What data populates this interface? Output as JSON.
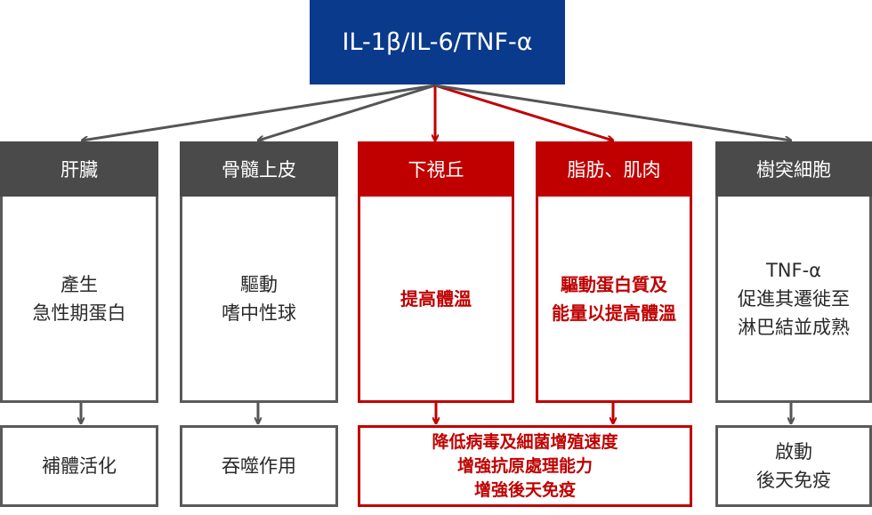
{
  "top": {
    "label": "IL-1β/IL-6/TNF-α"
  },
  "columns": [
    {
      "header": "肝臟",
      "body": [
        "產生",
        "急性期蛋白"
      ],
      "result": [
        "補體活化"
      ],
      "highlight": false
    },
    {
      "header": "骨髓上皮",
      "body": [
        "驅動",
        "嗜中性球"
      ],
      "result": [
        "吞噬作用"
      ],
      "highlight": false
    },
    {
      "header": "下視丘",
      "body": [
        "提高體溫"
      ],
      "highlight": true
    },
    {
      "header": "脂肪、肌肉",
      "body": [
        "驅動蛋白質及",
        "能量以提高體溫"
      ],
      "highlight": true
    },
    {
      "header": "樹突細胞",
      "body": [
        "TNF-α",
        "促進其遷徙至",
        "淋巴結並成熟"
      ],
      "result": [
        "啟動",
        "後天免疫"
      ],
      "highlight": false
    }
  ],
  "shared_result": {
    "lines": [
      "降低病毒及細菌增殖速度",
      "增強抗原處理能力",
      "增強後天免疫"
    ]
  },
  "colors": {
    "navy": "#0a3a8c",
    "grey": "#4a4a4a",
    "red": "#c00000",
    "border_grey": "#5a5a5a"
  }
}
